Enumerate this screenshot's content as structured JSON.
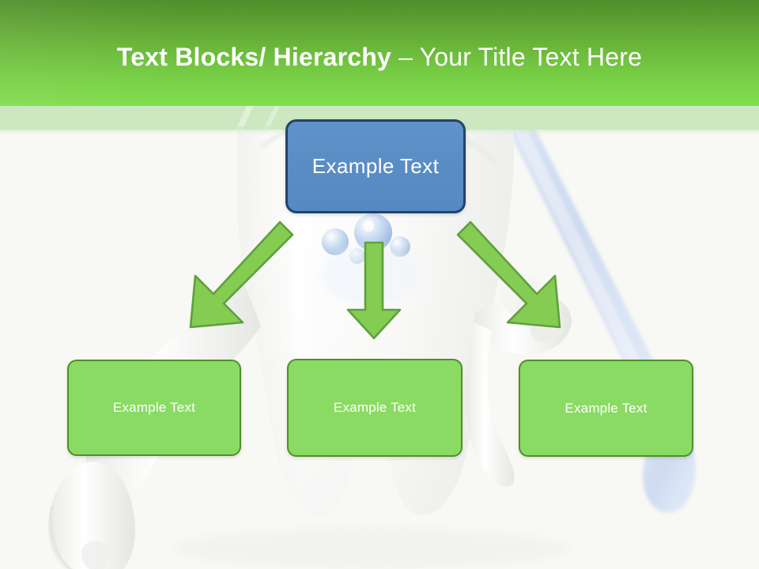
{
  "slide": {
    "title_bold": "Text Blocks/ Hierarchy",
    "title_separator": " – ",
    "title_light": "Your Title Text Here",
    "background_art": "tooth-mascot-with-toothbrush"
  },
  "colors": {
    "banner_top": "#4e8f2a",
    "banner_bottom": "#80de4d",
    "subband": "#cbe8c0",
    "page_background": "#f8f8f4",
    "root_fill": "#5a8cc4",
    "root_border": "#21436b",
    "leaf_fill": "#8adb63",
    "leaf_border": "#4f8f2a",
    "arrow_fill": "#84cc52",
    "arrow_border": "#5fa03c",
    "node_text": "#ffffff"
  },
  "diagram": {
    "root": {
      "label": "Example Text"
    },
    "children": [
      {
        "label": "Example Text"
      },
      {
        "label": "Example Text"
      },
      {
        "label": "Example Text"
      }
    ],
    "connectors": [
      {
        "name": "arrow-root-to-child-1",
        "direction": "down-left"
      },
      {
        "name": "arrow-root-to-child-2",
        "direction": "down"
      },
      {
        "name": "arrow-root-to-child-3",
        "direction": "down-right"
      }
    ]
  }
}
